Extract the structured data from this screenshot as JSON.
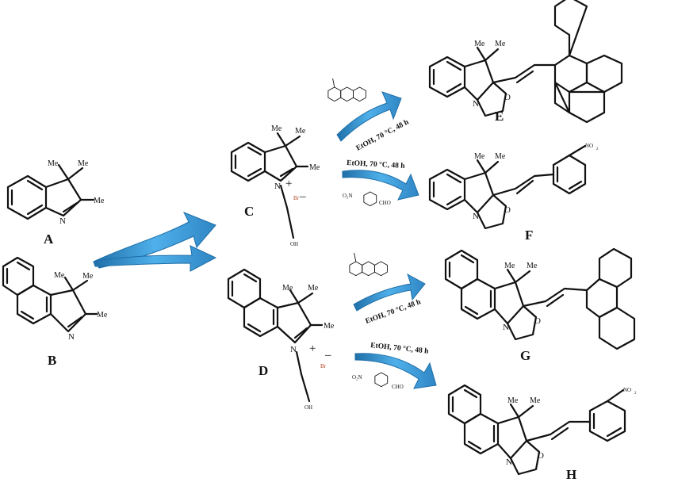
{
  "labels": {
    "a": "A",
    "b": "B",
    "c": "C",
    "d": "D",
    "e": "E",
    "f": "F",
    "g": "G",
    "h": "H"
  },
  "atoms": {
    "me": "Me",
    "n": "N",
    "o": "O",
    "oh": "OH",
    "br": "Br",
    "plus": "+",
    "minus": "–",
    "no2_main": "NO",
    "no2_sub": "2",
    "o2n": "O₂N",
    "cho": "CHO"
  },
  "conditions": {
    "reaction_1": "EtOH, 70 °C, 48 h",
    "reaction_2": "EtOH, 70 °C, 48 h",
    "reaction_3": "EtOH, 70 °C, 48 h",
    "reaction_4": "EtOH, 70 °C, 48 h"
  },
  "colors": {
    "arrow_fill": "#3a9ad6",
    "arrow_dark": "#1f6fa8",
    "bromide": "#b04020",
    "ink": "#111111"
  }
}
